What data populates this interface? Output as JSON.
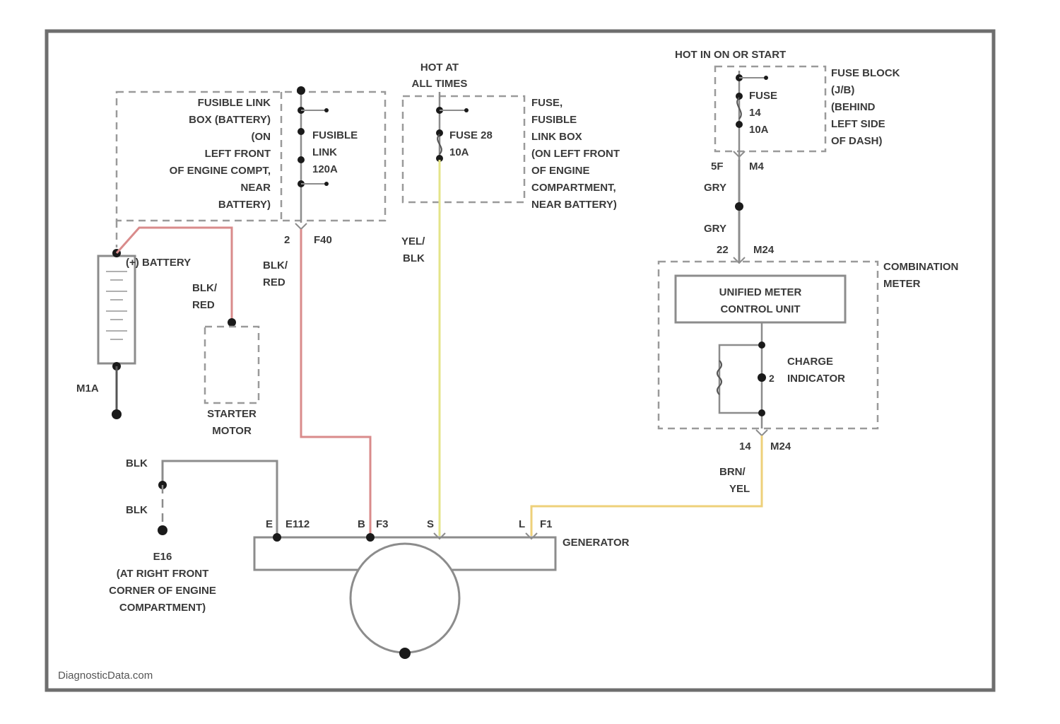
{
  "diagram": {
    "watermark": "DiagnosticData.com",
    "colors": {
      "frame": "#6e6e6e",
      "wire_gray": "#8c8c8c",
      "wire_red": "#d98b8b",
      "wire_yellow": "#e4e48a",
      "wire_yellow_orange": "#eed07a"
    },
    "fusible_link_box": {
      "desc": [
        "FUSIBLE LINK",
        "BOX (BATTERY)",
        "(ON",
        "LEFT FRONT",
        "OF ENGINE COMPT,",
        "NEAR",
        "BATTERY)"
      ],
      "link": [
        "FUSIBLE",
        "LINK",
        "120A"
      ],
      "connector": [
        "2",
        "F40"
      ]
    },
    "hot_all_times": [
      "HOT AT",
      "ALL TIMES"
    ],
    "fuse_link_box": {
      "fuse": [
        "FUSE 28",
        "10A"
      ],
      "desc": [
        "FUSE,",
        "FUSIBLE",
        "LINK BOX",
        "(ON LEFT FRONT",
        "OF ENGINE",
        "COMPARTMENT,",
        "NEAR BATTERY)"
      ]
    },
    "hot_run": "HOT IN ON OR START",
    "fuse_block": {
      "fuse": [
        "FUSE",
        "14",
        "10A"
      ],
      "desc": [
        "FUSE BLOCK",
        "(J/B)",
        "(BEHIND",
        "LEFT SIDE",
        "OF DASH)"
      ],
      "connector": [
        "5F",
        "M4"
      ]
    },
    "battery": "BATTERY",
    "battery_wire": [
      "BLK/",
      "RED"
    ],
    "gnd": "M1A",
    "starter": [
      "STARTER",
      "MOTOR"
    ],
    "wire_blk_red": [
      "BLK/",
      "RED"
    ],
    "wire_yel_blk": [
      "YEL/",
      "BLK"
    ],
    "wire_gry_1": "GRY",
    "wire_gry_2": "GRY",
    "combo_conn_top": [
      "22",
      "M24"
    ],
    "combination_meter": [
      "COMBINATION",
      "METER"
    ],
    "unified_meter": [
      "UNIFIED METER",
      "CONTROL UNIT"
    ],
    "charge_indicator": [
      "CHARGE",
      "INDICATOR"
    ],
    "combo_conn_bottom": [
      "14",
      "M24"
    ],
    "wire_brn_yel": [
      "BRN/",
      "YEL"
    ],
    "wire_blk_1": "BLK",
    "wire_blk_2": "BLK",
    "ground_e16": [
      "E16",
      "(AT RIGHT FRONT",
      "CORNER OF ENGINE",
      "COMPARTMENT)"
    ],
    "generator": "GENERATOR",
    "gen_pins": {
      "e": [
        "E",
        "E112"
      ],
      "b": [
        "B",
        "F3"
      ],
      "s": "S",
      "l": [
        "L",
        "F1"
      ]
    }
  }
}
